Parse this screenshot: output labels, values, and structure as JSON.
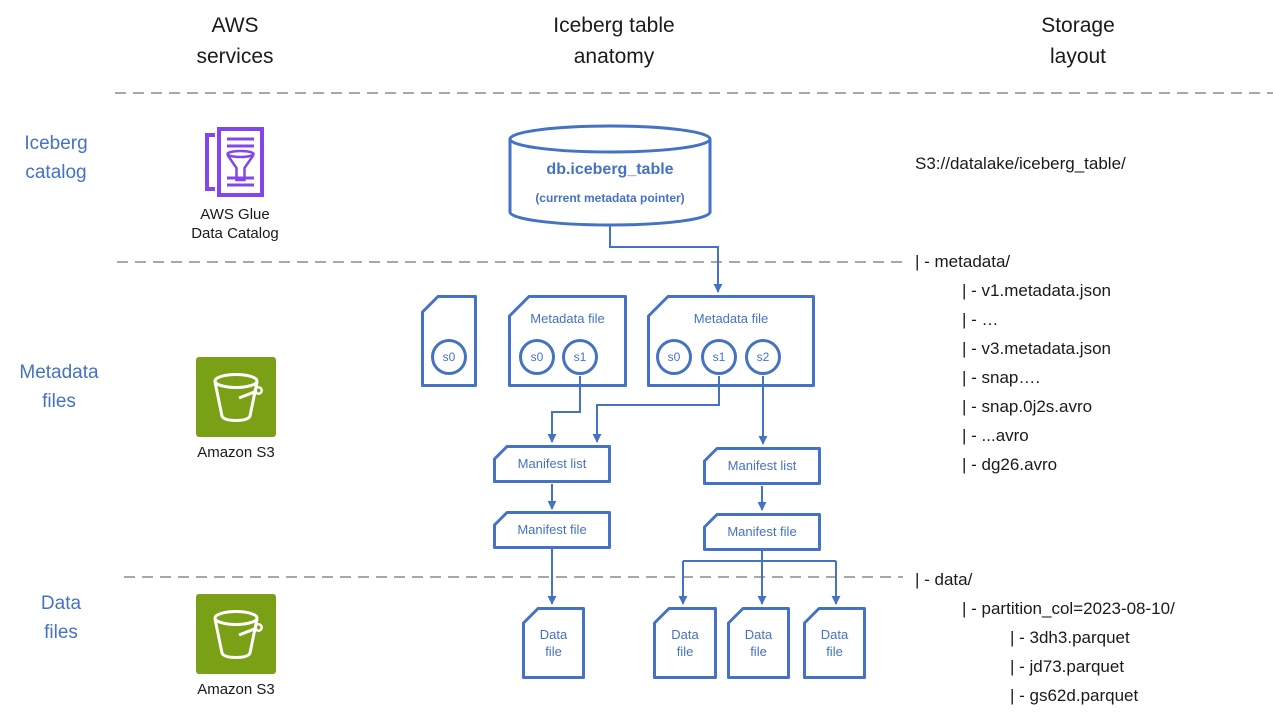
{
  "palette": {
    "diagram_blue": "#4472C4",
    "s3_green": "#7AA116",
    "glue_purple": "#8246EF",
    "dash_gray": "#A8A8A8"
  },
  "headers": {
    "aws_services": "AWS\nservices",
    "anatomy": "Iceberg table\nanatomy",
    "storage": "Storage\nlayout"
  },
  "row_labels": {
    "catalog": "Iceberg\ncatalog",
    "metadata": "Metadata\nfiles",
    "data": "Data\nfiles"
  },
  "aws_services": {
    "glue_icon": "glue-data-catalog-icon",
    "glue_caption": "AWS Glue\nData Catalog",
    "s3_icon": "s3-bucket-icon",
    "s3_caption_metadata": "Amazon S3",
    "s3_caption_data": "Amazon S3"
  },
  "anatomy": {
    "catalog_cylinder": {
      "title": "db.iceberg_table",
      "subtitle": "(current metadata pointer)"
    },
    "metadata_boxes": [
      {
        "label": "",
        "snapshots": [
          "s0"
        ]
      },
      {
        "label": "Metadata file",
        "snapshots": [
          "s0",
          "s1"
        ]
      },
      {
        "label": "Metadata file",
        "snapshots": [
          "s0",
          "s1",
          "s2"
        ]
      }
    ],
    "manifest_lists": [
      "Manifest list",
      "Manifest list"
    ],
    "manifest_files": [
      "Manifest file",
      "Manifest file"
    ],
    "data_files": [
      "Data\nfile",
      "Data\nfile",
      "Data\nfile",
      "Data\nfile"
    ]
  },
  "storage_layout": {
    "root": "S3://datalake/iceberg_table/",
    "metadata_tree": [
      {
        "text": "| - metadata/",
        "indent": 0
      },
      {
        "text": "| - v1.metadata.json",
        "indent": 1
      },
      {
        "text": "| - …",
        "indent": 1
      },
      {
        "text": "| - v3.metadata.json",
        "indent": 1
      },
      {
        "text": "| - snap….",
        "indent": 1
      },
      {
        "text": "| - snap.0j2s.avro",
        "indent": 1
      },
      {
        "text": "| - ...avro",
        "indent": 1
      },
      {
        "text": "| - dg26.avro",
        "indent": 1
      }
    ],
    "data_tree": [
      {
        "text": "| - data/",
        "indent": 0
      },
      {
        "text": "| - partition_col=2023-08-10/",
        "indent": 1
      },
      {
        "text": "| - 3dh3.parquet",
        "indent": 2
      },
      {
        "text": "| - jd73.parquet",
        "indent": 2
      },
      {
        "text": "| - gs62d.parquet",
        "indent": 2
      }
    ]
  }
}
